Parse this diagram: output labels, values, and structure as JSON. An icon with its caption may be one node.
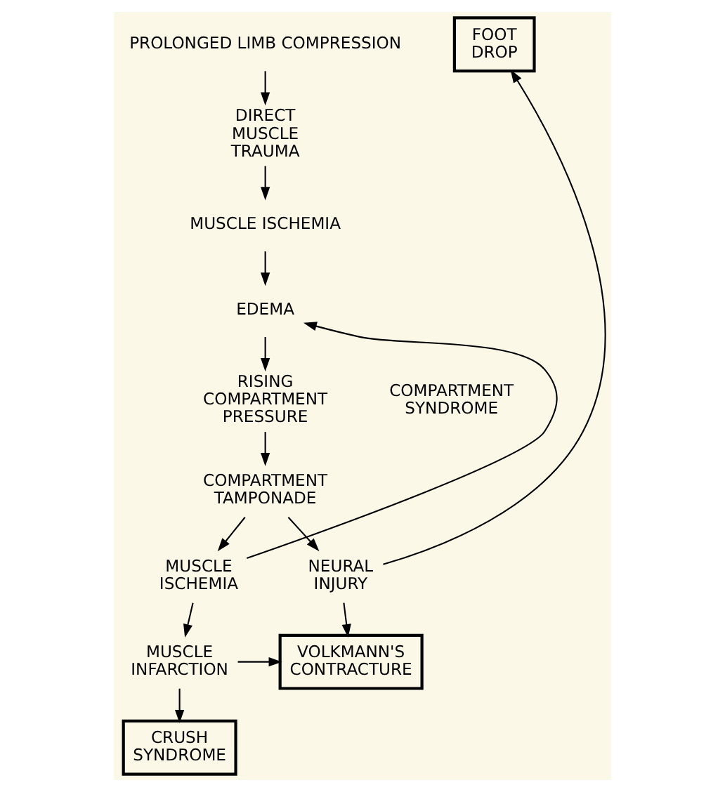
{
  "diagram": {
    "nodes": [
      {
        "text": [
          "PROLONGED LIMB COMPRESSION"
        ]
      },
      {
        "text": [
          "DIRECT MUSCLE TRAUMA"
        ]
      },
      {
        "text": [
          "MUSCLE ISCHEMIA"
        ]
      },
      {
        "text": [
          "EDEMA"
        ]
      },
      {
        "text": [
          "RISING COMPARTMENT PRESSURE"
        ]
      },
      {
        "text": [
          "COMPARTMENT TAMPONADE"
        ]
      },
      {
        "text": [
          "FOOT DROP"
        ]
      },
      {
        "text": [
          "MUSCLE ISCHEMIA"
        ]
      },
      {
        "text": [
          "NEURAL INJURY"
        ]
      },
      {
        "text": [
          "VOLKMANN'S CONTRACTURE"
        ]
      },
      {
        "text": [
          "MUSCLE INFARCTION"
        ]
      },
      {
        "text": [
          "CRUSH SYNDROME"
        ]
      }
    ],
    "edges": [
      {
        "from": 0,
        "to": 1,
        "arrow": "to"
      },
      {
        "from": 1,
        "to": 2,
        "arrow": "to"
      },
      {
        "from": 2,
        "to": 3,
        "arrow": "to"
      },
      {
        "from": 3,
        "to": 4,
        "arrow": "to"
      },
      {
        "from": 4,
        "to": 5,
        "arrow": "to"
      },
      {
        "from": 5,
        "to": 7,
        "arrow": "to"
      },
      {
        "from": 5,
        "to": 8,
        "arrow": "to"
      },
      {
        "from": 8,
        "to": 6,
        "arrow": "to"
      },
      {
        "from": 8,
        "to": 9,
        "arrow": "to"
      },
      {
        "from": 7,
        "to": 3,
        "arrow": "to"
      },
      {
        "from": 7,
        "to": 10,
        "arrow": "to"
      },
      {
        "from": 10,
        "to": 9,
        "arrow": "to"
      },
      {
        "from": 10,
        "to": 11,
        "arrow": "to"
      }
    ],
    "labels": [
      "COMPARTMENT SYNDROME"
    ]
  }
}
